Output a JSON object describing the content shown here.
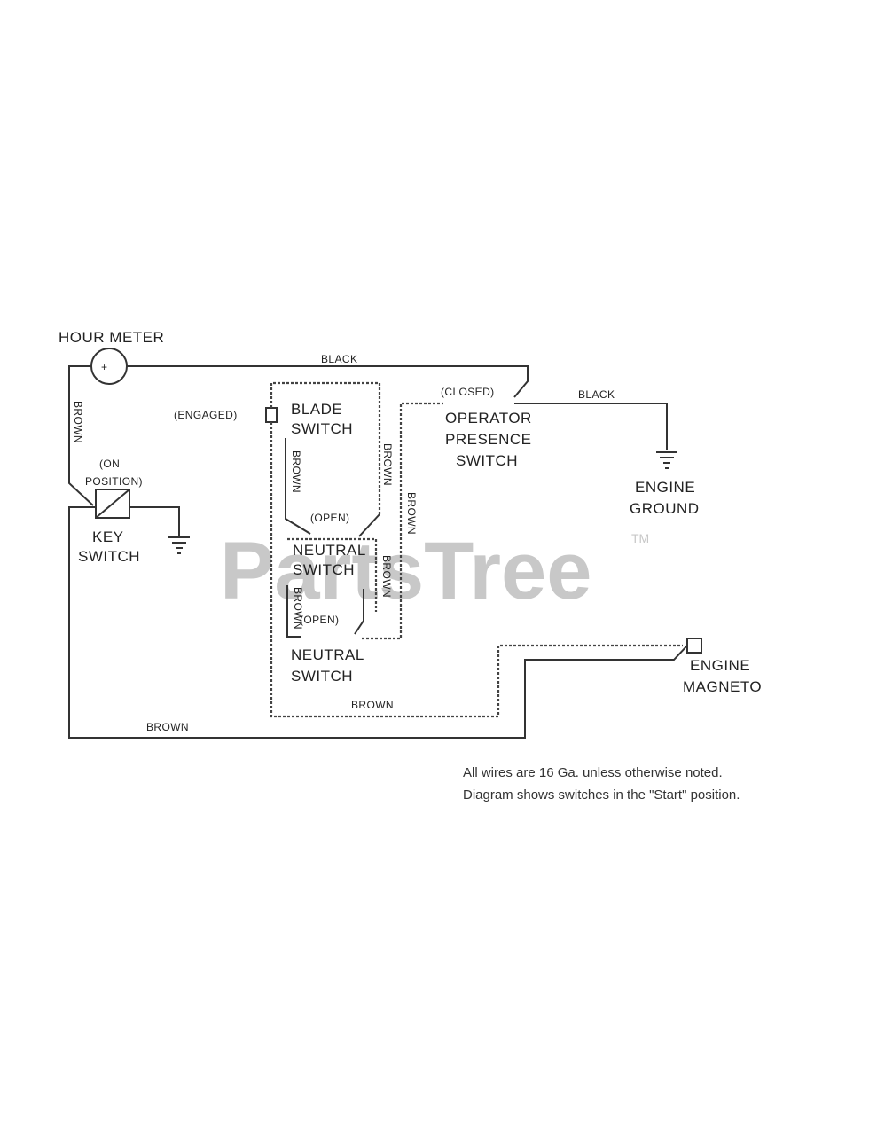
{
  "labels": {
    "hour_meter": "HOUR METER",
    "black_top": "BLACK",
    "closed": "(CLOSED)",
    "black_right": "BLACK",
    "engaged": "(ENGAGED)",
    "blade_switch": [
      "BLADE",
      "SWITCH"
    ],
    "operator_presence_switch": [
      "OPERATOR",
      "PRESENCE",
      "SWITCH"
    ],
    "engine_ground": [
      "ENGINE",
      "GROUND"
    ],
    "on_position": [
      "(ON",
      "POSITION)"
    ],
    "key_switch": [
      "KEY",
      "SWITCH"
    ],
    "open_upper": "(OPEN)",
    "neutral_switch_upper": [
      "NEUTRAL",
      "SWITCH"
    ],
    "open_lower": "(OPEN)",
    "neutral_switch_lower": [
      "NEUTRAL",
      "SWITCH"
    ],
    "engine_magneto": [
      "ENGINE",
      "MAGNETO"
    ],
    "brown_bottom_mid": "BROWN",
    "brown_bottom_left": "BROWN",
    "brown_vertical_left": "BROWN",
    "brown_vertical_blade": "BROWN",
    "brown_vertical_center": "BROWN",
    "brown_vertical_right": "BROWN",
    "brown_vertical_neutral_left": "BROWN",
    "brown_vertical_neutral_right": "BROWN"
  },
  "notes": [
    "All wires are 16 Ga. unless otherwise noted.",
    "Diagram shows switches in the \"Start\" position."
  ],
  "watermark": {
    "text": "PartsTree",
    "tm": "TM"
  }
}
